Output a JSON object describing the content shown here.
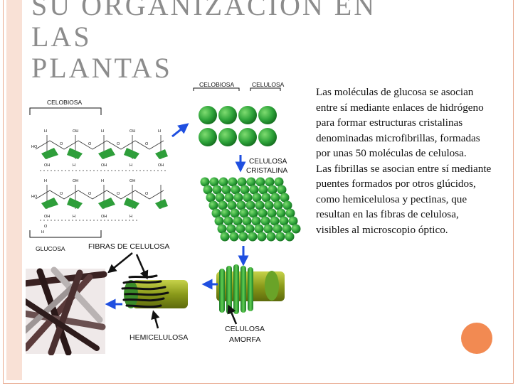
{
  "slide": {
    "title_line1": "SU ORGANIZACIÓN EN LAS",
    "title_line2": "PLANTAS",
    "paragraph1": "Las moléculas de glucosa se asocian entre sí mediante enlaces de hidrógeno para formar estructuras cristalinas denominadas microfibrillas, formadas por unas 50 moléculas de celulosa.",
    "paragraph2": "Las fibrillas se asocian entre sí mediante puentes formados por otros glúcidos, como hemicelulosa y pectinas, que resultan en las fibras de celulosa, visibles al microscopio óptico."
  },
  "diagram": {
    "label_celobiosa_top": "CELOBIOSA",
    "label_celulosa_top": "CELULOSA",
    "label_celobiosa_left": "CELOBIOSA",
    "label_celulosa_cristalina_1": "CELULOSA",
    "label_celulosa_cristalina_2": "CRISTALINA",
    "label_glucosa": "GLUCOSA",
    "label_fibras": "FIBRAS DE CELULOSA",
    "label_hemicelulosa": "HEMICELULOSA",
    "label_celulosa_amorfa_1": "CELULOSA",
    "label_celulosa_amorfa_2": "AMORFA",
    "colors": {
      "green": "#2e9e3a",
      "olive": "#8a9a1a",
      "arrow_blue": "#1f4fe0",
      "accent": "#f28a52"
    }
  }
}
